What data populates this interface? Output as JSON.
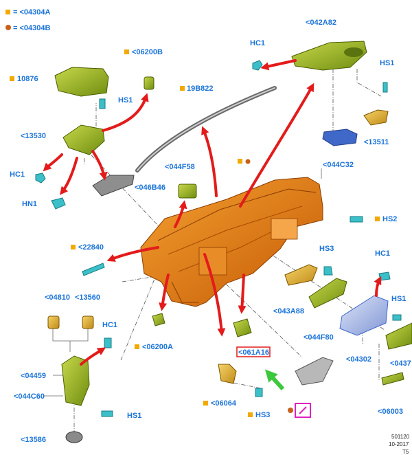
{
  "legend": {
    "square_label": "= <04304A",
    "circle_label": "= <04304B"
  },
  "labels": {
    "p10876": "10876",
    "p06200B": "<06200B",
    "p042A82": "<042A82",
    "hc1_top": "HC1",
    "hs1_top_right": "HS1",
    "p19B822": "19B822",
    "hs1_left": "HS1",
    "p13530": "<13530",
    "p13511": "<13511",
    "hc1_left": "HC1",
    "p044C32": "<044C32",
    "p044F58": "<044F58",
    "p046B46": "<046B46",
    "hn1": "HN1",
    "hs2": "HS2",
    "p22840": "<22840",
    "hs3_right": "HS3",
    "hc1_right": "HC1",
    "p04810": "<04810",
    "p13560": "<13560",
    "hc1_mid": "HC1",
    "hs1_right": "HS1",
    "p043A88": "<043A88",
    "p044F80": "<044F80",
    "p04302": "<04302",
    "p0437": "<0437",
    "p06200A": "<06200A",
    "p061A16": "<061A16",
    "p04459": "<04459",
    "p044C60": "<044C60",
    "p06064": "<06064",
    "hs3_bottom": "HS3",
    "p06003": "<06003",
    "hs1_bottom": "HS1",
    "p13586": "<13586"
  },
  "footer": {
    "line1": "501120",
    "line2": "10-2017",
    "line3": "T5"
  },
  "colors": {
    "label_blue": "#1a73d9",
    "arrow_red": "#e31b1b",
    "square_marker": "#f2a900",
    "circle_marker": "#c8601a",
    "dashboard_orange": "#e07a10",
    "trim_green": "#9ab51e",
    "bracket_gold": "#e0b43a",
    "clip_teal": "#3bbfc8",
    "bracket_blue": "#3f68c8",
    "highlight_red": "#e31b1b",
    "highlight_magenta": "#e020c0",
    "pointer_green": "#3cc83c"
  },
  "icons": {
    "note_box": "pencil-note-icon",
    "pointer": "green-arrow-icon"
  }
}
